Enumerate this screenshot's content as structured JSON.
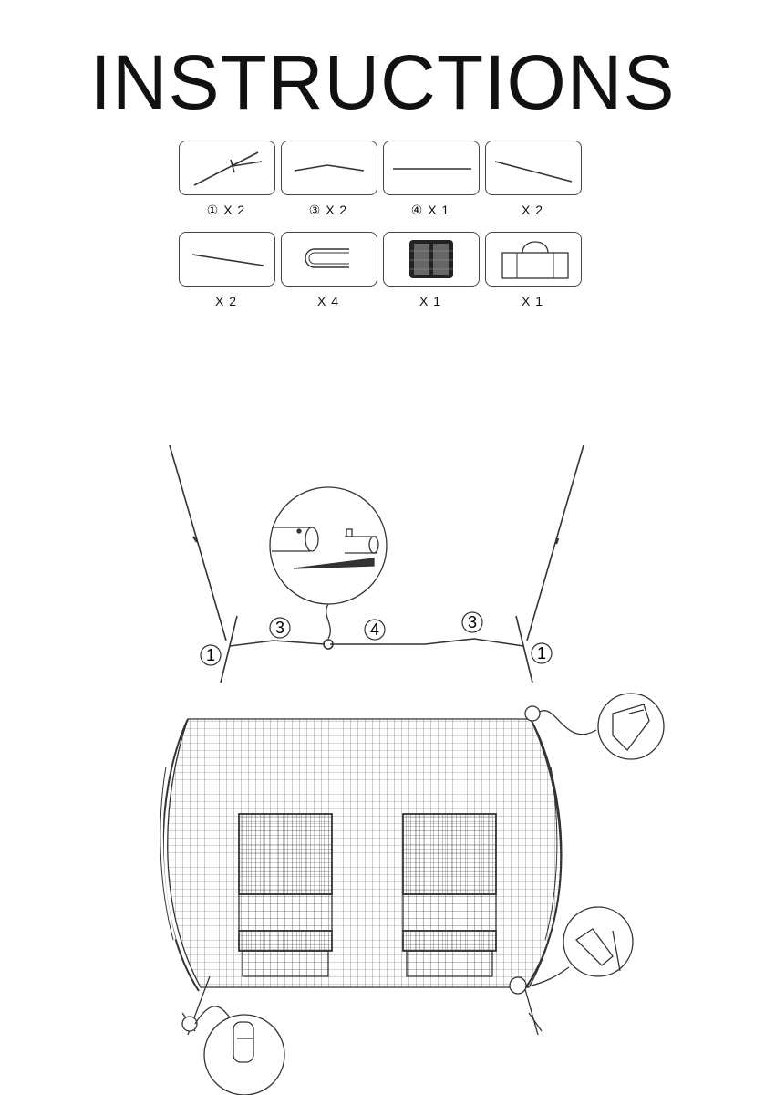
{
  "title": "INSTRUCTIONS",
  "parts": [
    {
      "icon": "pole-with-cross-fitting-icon",
      "qty": "① X 2"
    },
    {
      "icon": "bent-pole-icon",
      "qty": "③ X 2"
    },
    {
      "icon": "straight-pole-icon",
      "qty": "④ X 1"
    },
    {
      "icon": "angled-pole-icon",
      "qty": "X 2"
    },
    {
      "icon": "long-pole-icon",
      "qty": "X 2"
    },
    {
      "icon": "u-stake-icon",
      "qty": "X 4"
    },
    {
      "icon": "net-icon",
      "qty": "X 1"
    },
    {
      "icon": "carry-bag-icon",
      "qty": "X 1"
    }
  ],
  "callouts": {
    "part1_left": "1",
    "part3_left": "3",
    "part4": "4",
    "part3_right": "3",
    "part1_right": "1"
  }
}
